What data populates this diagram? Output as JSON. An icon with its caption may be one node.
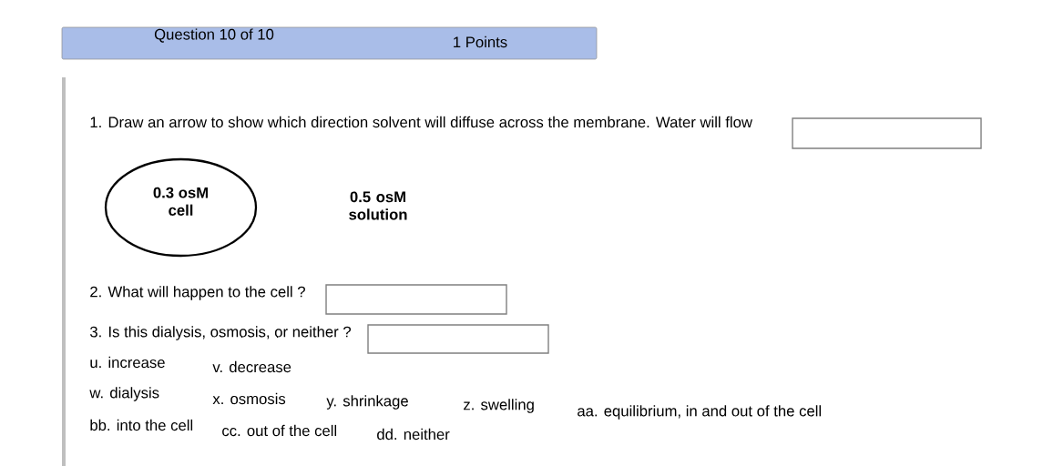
{
  "diagram": {
    "nodes": [
      {
        "text": [
          "Question 10 of 10",
          "1 Points"
        ]
      },
      {
        "text": [],
        "shape": "box"
      },
      {
        "text": [
          "0.3 osM cell"
        ]
      },
      {
        "text": [],
        "shape": "box"
      },
      {
        "text": [],
        "shape": "box"
      }
    ],
    "edges": [],
    "labels": [
      "1. Draw an arrow to show which direction solvent will diffuse across the membrane. Water will flow",
      "0.5 osM solution",
      "2. What will happen to the cell ?",
      "3. Is this dialysis, osmosis, or neither ?",
      "u. increase",
      "v. decrease",
      "w. dialysis",
      "x. osmosis",
      "y. shrinkage",
      "z. swelling",
      "aa. equilibrium, in and out of the cell",
      "bb. into the cell",
      "cc. out of the cell",
      "dd. neither"
    ]
  }
}
